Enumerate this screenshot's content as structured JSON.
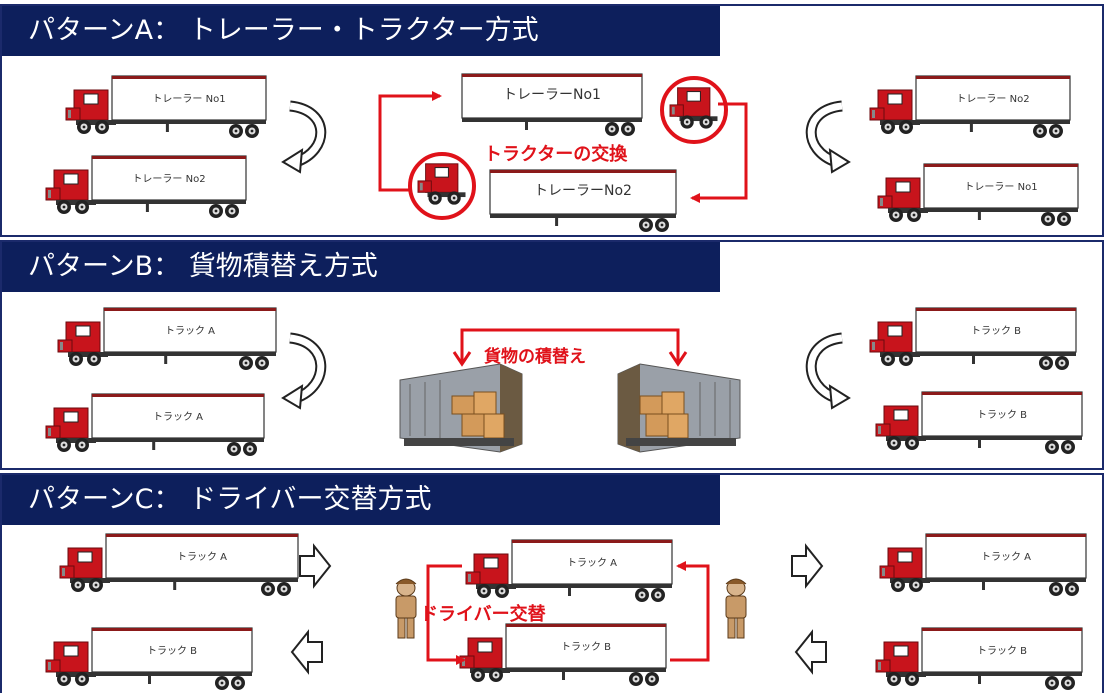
{
  "patterns": {
    "a": {
      "title": "パターンA： トレーラー・トラクター方式",
      "left_top": "トレーラー No1",
      "left_bottom": "トレーラー No2",
      "center_top": "トレーラーNo1",
      "center_bottom": "トレーラーNo2",
      "center_caption": "トラクターの交換",
      "right_top": "トレーラー No2",
      "right_bottom": "トレーラー No1"
    },
    "b": {
      "title": "パターンB： 貨物積替え方式",
      "left_top": "トラック A",
      "left_bottom": "トラック A",
      "center_caption": "貨物の積替え",
      "right_top": "トラック B",
      "right_bottom": "トラック B"
    },
    "c": {
      "title": "パターンC： ドライバー交替方式",
      "left_top": "トラック A",
      "left_bottom": "トラック B",
      "center_top": "トラック A",
      "center_bottom": "トラック B",
      "center_caption": "ドライバー交替",
      "right_top": "トラック A",
      "right_bottom": "トラック B"
    }
  },
  "colors": {
    "header": "#0d1f5c",
    "accent": "#e0121a",
    "cab": "#c8141c"
  }
}
